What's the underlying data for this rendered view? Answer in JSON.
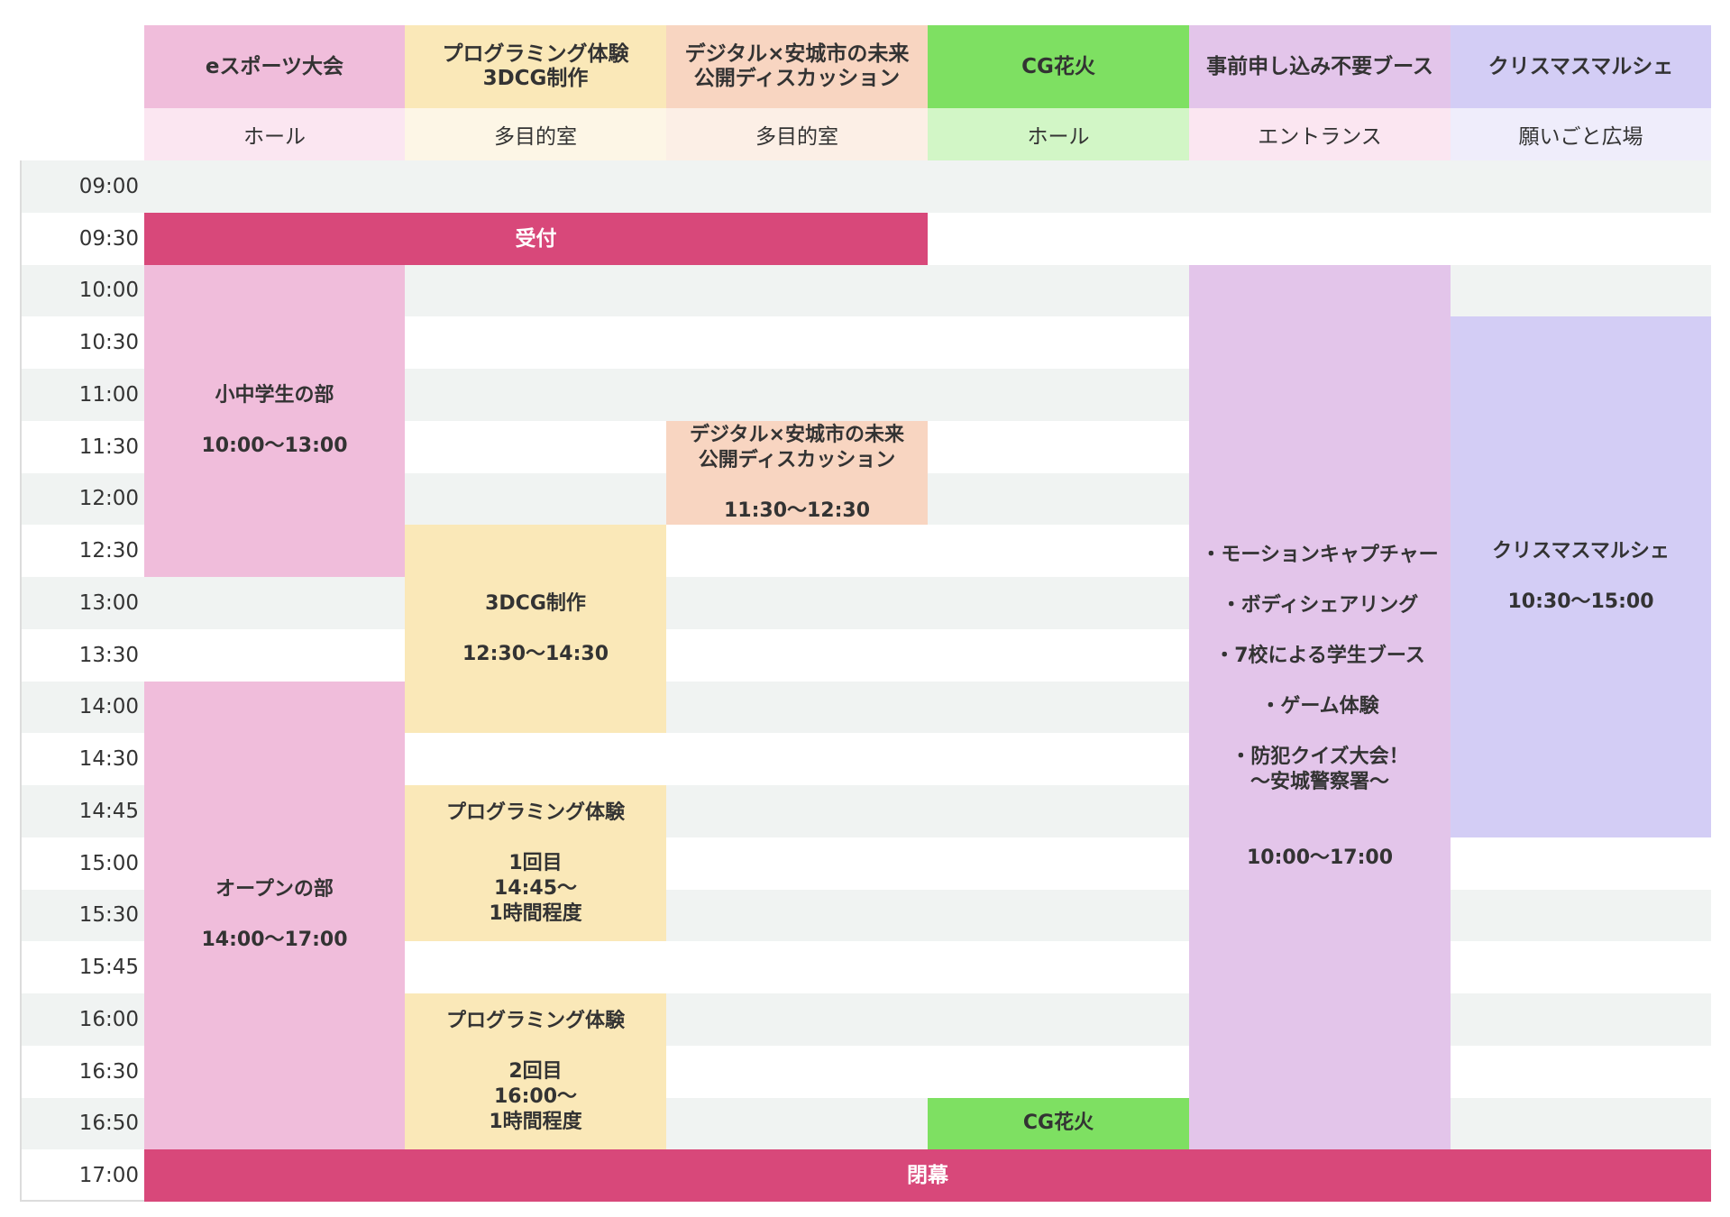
{
  "colors": {
    "esports": "#f0bddb",
    "esports_sub": "#fbe6f1",
    "programming": "#fae8b8",
    "programming_sub": "#fdf6e6",
    "discussion": "#f8d5c1",
    "discussion_sub": "#fcefe6",
    "fireworks": "#7ee062",
    "fireworks_sub": "#d2f6c6",
    "booth": "#e3c5ea",
    "booth_sub": "#fbe6f1",
    "marche": "#d3cdf5",
    "marche_sub": "#efedfb",
    "highlight": "#d8487a",
    "row_alt": "#f0f3f2",
    "row_plain": "#ffffff"
  },
  "columns": [
    {
      "title": "eスポーツ大会",
      "room": "ホール"
    },
    {
      "title": "プログラミング体験\n3DCG制作",
      "room": "多目的室"
    },
    {
      "title": "デジタル×安城市の未来\n公開ディスカッション",
      "room": "多目的室"
    },
    {
      "title": "CG花火",
      "room": "ホール"
    },
    {
      "title": "事前申し込み不要ブース",
      "room": "エントランス"
    },
    {
      "title": "クリスマスマルシェ",
      "room": "願いごと広場"
    }
  ],
  "times": [
    "09:00",
    "09:30",
    "10:00",
    "10:30",
    "11:00",
    "11:30",
    "12:00",
    "12:30",
    "13:00",
    "13:30",
    "14:00",
    "14:30",
    "14:45",
    "15:00",
    "15:30",
    "15:45",
    "16:00",
    "16:30",
    "16:50",
    "17:00"
  ],
  "events": {
    "reception": "受付",
    "esports_junior": "小中学生の部\n\n10:00〜13:00",
    "esports_open": "オープンの部\n\n14:00〜17:00",
    "discussion": "デジタル×安城市の未来\n公開ディスカッション\n\n11:30〜12:30",
    "cg3d": "3DCG制作\n\n12:30〜14:30",
    "programming1": "プログラミング体験\n\n1回目\n14:45〜\n1時間程度",
    "programming2": "プログラミング体験\n\n2回目\n16:00〜\n1時間程度",
    "booth": "・モーションキャプチャー\n\n・ボディシェアリング\n\n・7校による学生ブース\n\n・ゲーム体験\n\n・防犯クイズ大会！\n〜安城警察署〜\n\n\n10:00〜17:00",
    "marche": "クリスマスマルシェ\n\n10:30〜15:00",
    "fireworks": "CG花火",
    "closing": "閉幕"
  },
  "schedule": [
    {
      "key": "reception",
      "col": 0,
      "span": 3,
      "start": 1,
      "end": 2,
      "color": "highlight",
      "bar": true
    },
    {
      "key": "esports_junior",
      "col": 0,
      "span": 1,
      "start": 2,
      "end": 8,
      "color": "esports"
    },
    {
      "key": "esports_open",
      "col": 0,
      "span": 1,
      "start": 10,
      "end": 19,
      "color": "esports"
    },
    {
      "key": "discussion",
      "col": 2,
      "span": 1,
      "start": 5,
      "end": 7,
      "color": "discussion"
    },
    {
      "key": "cg3d",
      "col": 1,
      "span": 1,
      "start": 7,
      "end": 11,
      "color": "programming"
    },
    {
      "key": "programming1",
      "col": 1,
      "span": 1,
      "start": 12,
      "end": 15,
      "color": "programming"
    },
    {
      "key": "programming2",
      "col": 1,
      "span": 1,
      "start": 16,
      "end": 19,
      "color": "programming"
    },
    {
      "key": "booth",
      "col": 4,
      "span": 1,
      "start": 2,
      "end": 19,
      "color": "booth"
    },
    {
      "key": "marche",
      "col": 5,
      "span": 1,
      "start": 3,
      "end": 13,
      "color": "marche"
    },
    {
      "key": "fireworks",
      "col": 3,
      "span": 1,
      "start": 18,
      "end": 19,
      "color": "fireworks"
    },
    {
      "key": "closing",
      "col": 0,
      "span": 6,
      "start": 19,
      "end": 20,
      "color": "highlight",
      "bar": true
    }
  ]
}
